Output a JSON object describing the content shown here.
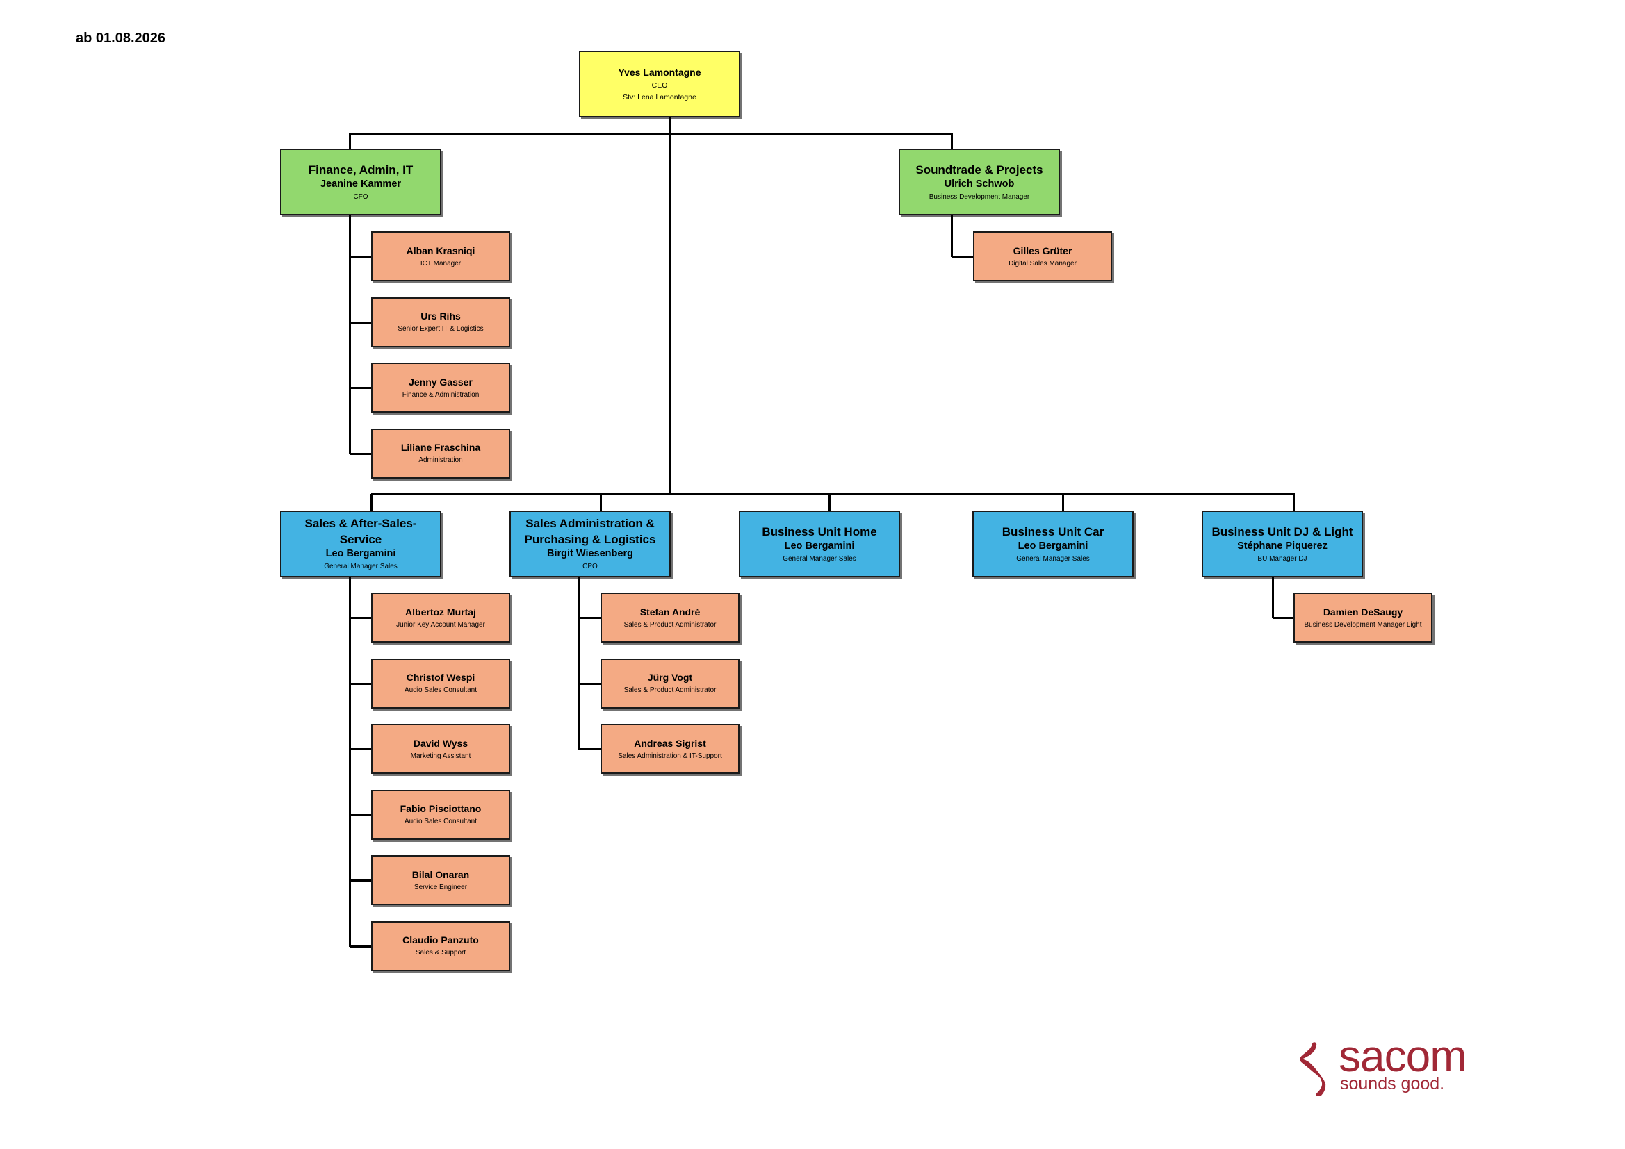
{
  "effective_date": "ab 01.08.2026",
  "ceo": {
    "name": "Yves Lamontagne",
    "role": "CEO",
    "deputy": "Stv: Lena Lamontagne"
  },
  "departments": {
    "finance": {
      "title": "Finance, Admin, IT",
      "name": "Jeanine Kammer",
      "role": "CFO",
      "members": [
        {
          "name": "Alban Krasniqi",
          "role": "ICT Manager"
        },
        {
          "name": "Urs Rihs",
          "role": "Senior Expert IT & Logistics"
        },
        {
          "name": "Jenny Gasser",
          "role": "Finance & Administration"
        },
        {
          "name": "Liliane Fraschina",
          "role": "Administration"
        }
      ]
    },
    "soundtrade": {
      "title": "Soundtrade & Projects",
      "name": "Ulrich Schwob",
      "role": "Business Development Manager",
      "members": [
        {
          "name": "Gilles Grüter",
          "role": "Digital Sales Manager"
        }
      ]
    },
    "sales": {
      "title": "Sales & After-Sales-Service",
      "name": "Leo Bergamini",
      "role": "General Manager Sales",
      "members": [
        {
          "name": "Albertoz Murtaj",
          "role": "Junior Key Account Manager"
        },
        {
          "name": "Christof Wespi",
          "role": "Audio Sales Consultant"
        },
        {
          "name": "David Wyss",
          "role": "Marketing Assistant"
        },
        {
          "name": "Fabio Pisciottano",
          "role": "Audio Sales Consultant"
        },
        {
          "name": "Bilal Onaran",
          "role": "Service Engineer"
        },
        {
          "name": "Claudio Panzuto",
          "role": "Sales & Support"
        }
      ]
    },
    "sales_admin": {
      "title": "Sales Administration & Purchasing & Logistics",
      "name": "Birgit Wiesenberg",
      "role": "CPO",
      "members": [
        {
          "name": "Stefan André",
          "role": "Sales & Product Administrator"
        },
        {
          "name": "Jürg Vogt",
          "role": "Sales & Product Administrator"
        },
        {
          "name": "Andreas Sigrist",
          "role": "Sales Administration & IT-Support"
        }
      ]
    },
    "bu_home": {
      "title": "Business Unit Home",
      "name": "Leo Bergamini",
      "role": "General Manager Sales",
      "members": []
    },
    "bu_car": {
      "title": "Business Unit  Car",
      "name": "Leo Bergamini",
      "role": "General Manager Sales",
      "members": []
    },
    "bu_dj": {
      "title": "Business Unit DJ & Light",
      "name": "Stéphane Piquerez",
      "role": "BU Manager DJ",
      "members": [
        {
          "name": "Damien DeSaugy",
          "role": "Business Development Manager Light"
        }
      ]
    }
  },
  "logo": {
    "wordmark": "sacom",
    "tagline": "sounds good.",
    "color": "#a12836"
  },
  "colors": {
    "ceo": "#ffff66",
    "green": "#92d86e",
    "blue": "#43b3e3",
    "staff": "#f4aa84"
  }
}
